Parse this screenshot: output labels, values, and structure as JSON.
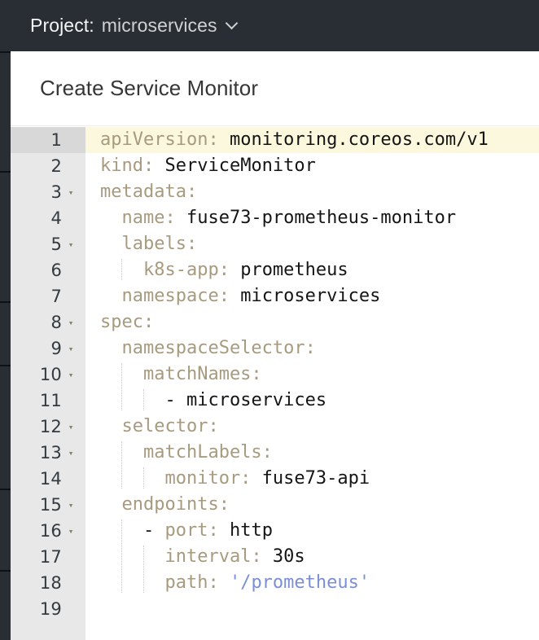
{
  "masthead": {
    "project_label": "Project:",
    "project_value": "microservices",
    "chevron_icon": "chevron-down-icon"
  },
  "title_bar": {
    "title": "Create Service Monitor"
  },
  "editor": {
    "active_line": 1,
    "total_lines": 19,
    "language": "yaml",
    "colors": {
      "key": "#a89a7e",
      "value": "#151515",
      "string": "#7a8fd4",
      "active_line_bg": "#fcf8dd",
      "gutter_bg": "#e8e8e8",
      "active_gutter_bg": "#d8d8d8",
      "masthead_bg": "#292e34"
    },
    "lines": [
      {
        "n": "1",
        "fold": "",
        "indent": 0,
        "tokens": [
          {
            "t": "key",
            "s": "apiVersion:"
          },
          {
            "t": "val",
            "s": " monitoring.coreos.com/v1"
          }
        ]
      },
      {
        "n": "2",
        "fold": "",
        "indent": 0,
        "tokens": [
          {
            "t": "key",
            "s": "kind:"
          },
          {
            "t": "val",
            "s": " ServiceMonitor"
          }
        ]
      },
      {
        "n": "3",
        "fold": "▾",
        "indent": 0,
        "tokens": [
          {
            "t": "key",
            "s": "metadata:"
          }
        ]
      },
      {
        "n": "4",
        "fold": "",
        "indent": 1,
        "tokens": [
          {
            "t": "key",
            "s": "  name:"
          },
          {
            "t": "val",
            "s": " fuse73-prometheus-monitor"
          }
        ]
      },
      {
        "n": "5",
        "fold": "▾",
        "indent": 1,
        "tokens": [
          {
            "t": "key",
            "s": "  labels:"
          }
        ]
      },
      {
        "n": "6",
        "fold": "",
        "indent": 2,
        "tokens": [
          {
            "t": "key",
            "s": "    k8s-app:"
          },
          {
            "t": "val",
            "s": " prometheus"
          }
        ]
      },
      {
        "n": "7",
        "fold": "",
        "indent": 1,
        "tokens": [
          {
            "t": "key",
            "s": "  namespace:"
          },
          {
            "t": "val",
            "s": " microservices"
          }
        ]
      },
      {
        "n": "8",
        "fold": "▾",
        "indent": 0,
        "tokens": [
          {
            "t": "key",
            "s": "spec:"
          }
        ]
      },
      {
        "n": "9",
        "fold": "▾",
        "indent": 1,
        "tokens": [
          {
            "t": "key",
            "s": "  namespaceSelector:"
          }
        ]
      },
      {
        "n": "10",
        "fold": "▾",
        "indent": 2,
        "tokens": [
          {
            "t": "key",
            "s": "    matchNames:"
          }
        ]
      },
      {
        "n": "11",
        "fold": "",
        "indent": 3,
        "tokens": [
          {
            "t": "dash",
            "s": "      - "
          },
          {
            "t": "val",
            "s": "microservices"
          }
        ]
      },
      {
        "n": "12",
        "fold": "▾",
        "indent": 1,
        "tokens": [
          {
            "t": "key",
            "s": "  selector:"
          }
        ]
      },
      {
        "n": "13",
        "fold": "▾",
        "indent": 2,
        "tokens": [
          {
            "t": "key",
            "s": "    matchLabels:"
          }
        ]
      },
      {
        "n": "14",
        "fold": "",
        "indent": 3,
        "tokens": [
          {
            "t": "key",
            "s": "      monitor:"
          },
          {
            "t": "val",
            "s": " fuse73-api"
          }
        ]
      },
      {
        "n": "15",
        "fold": "▾",
        "indent": 1,
        "tokens": [
          {
            "t": "key",
            "s": "  endpoints:"
          }
        ]
      },
      {
        "n": "16",
        "fold": "▾",
        "indent": 2,
        "tokens": [
          {
            "t": "dash",
            "s": "    - "
          },
          {
            "t": "key",
            "s": "port:"
          },
          {
            "t": "val",
            "s": " http"
          }
        ]
      },
      {
        "n": "17",
        "fold": "",
        "indent": 3,
        "tokens": [
          {
            "t": "key",
            "s": "      interval:"
          },
          {
            "t": "val",
            "s": " 30s"
          }
        ]
      },
      {
        "n": "18",
        "fold": "",
        "indent": 3,
        "tokens": [
          {
            "t": "key",
            "s": "      path:"
          },
          {
            "t": "str",
            "s": " '/prometheus'"
          }
        ]
      },
      {
        "n": "19",
        "fold": "",
        "indent": 0,
        "tokens": []
      }
    ],
    "indent_guides": [
      {
        "col": 2,
        "from_line": 6,
        "to_line": 6
      },
      {
        "col": 2,
        "from_line": 10,
        "to_line": 11
      },
      {
        "col": 4,
        "from_line": 11,
        "to_line": 11
      },
      {
        "col": 2,
        "from_line": 13,
        "to_line": 14
      },
      {
        "col": 4,
        "from_line": 14,
        "to_line": 14
      },
      {
        "col": 2,
        "from_line": 16,
        "to_line": 18
      },
      {
        "col": 4,
        "from_line": 17,
        "to_line": 18
      }
    ]
  }
}
